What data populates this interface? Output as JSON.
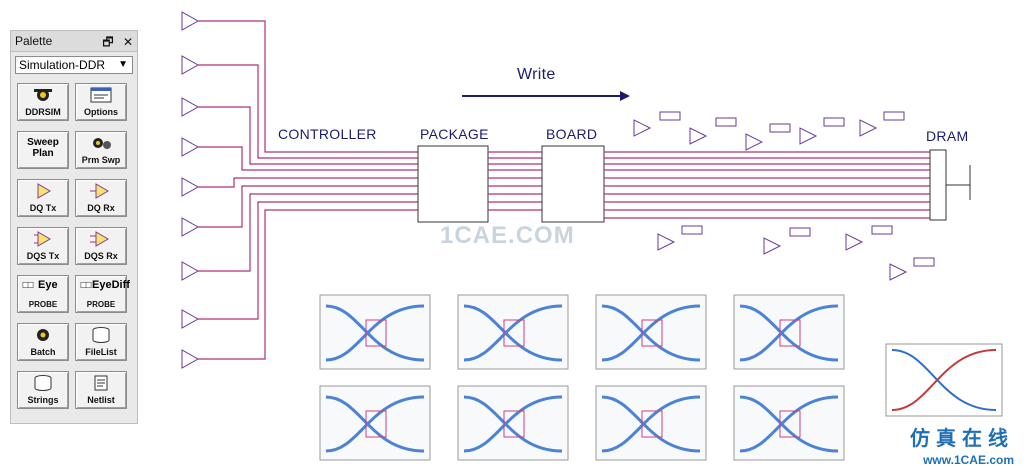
{
  "palette": {
    "title": "Palette",
    "restore_icon": "restore-icon",
    "close_icon": "close-icon",
    "dropdown_value": "Simulation-DDR",
    "buttons": [
      {
        "id": "ddrsim",
        "label": "DDRSIM",
        "icon": "ddr-gear-icon"
      },
      {
        "id": "options",
        "label": "Options",
        "icon": "window-icon"
      },
      {
        "id": "sweep",
        "label": "Sweep\nPlan",
        "icon": ""
      },
      {
        "id": "prmswp",
        "label": "Prm Swp",
        "icon": "gear-icon"
      },
      {
        "id": "dqtx",
        "label": "DQ Tx",
        "icon": "triangle-icon"
      },
      {
        "id": "dqrx",
        "label": "DQ Rx",
        "icon": "triangle-icon"
      },
      {
        "id": "dqstx",
        "label": "DQS Tx",
        "icon": "triangle-icon"
      },
      {
        "id": "dqsrx",
        "label": "DQS Rx",
        "icon": "triangle-icon"
      },
      {
        "id": "eye",
        "label": "Eye",
        "sub": "PROBE",
        "icon": "eye-probe-icon"
      },
      {
        "id": "eyediff",
        "label": "EyeDiff",
        "sub": "PROBE",
        "icon": "eye-probe-icon"
      },
      {
        "id": "batch",
        "label": "Batch",
        "icon": "gear-icon"
      },
      {
        "id": "filelist",
        "label": "FileList",
        "icon": "cylinder-icon"
      },
      {
        "id": "strings",
        "label": "Strings",
        "icon": "cylinder-icon"
      },
      {
        "id": "netlist",
        "label": "Netlist",
        "icon": "document-icon"
      }
    ]
  },
  "schematic": {
    "write_label": "Write",
    "controller_label": "CONTROLLER",
    "package_label": "PACKAGE",
    "board_label": "BOARD",
    "dram_label": "DRAM",
    "watermark": "1CAE.COM",
    "brand_cn": "仿真在线",
    "brand_url": "www.1CAE.com"
  },
  "colors": {
    "wire": "#b0307a",
    "panel": "#e9e9e9",
    "label": "#1c1c6e",
    "brand": "#1f6fb7"
  }
}
